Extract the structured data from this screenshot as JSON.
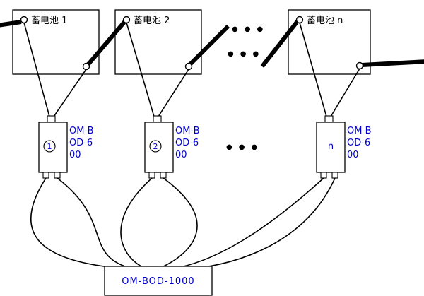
{
  "batteries": [
    {
      "label": "蓄电池 1"
    },
    {
      "label": "蓄电池 2"
    },
    {
      "label": "蓄电池 n"
    }
  ],
  "modules": [
    {
      "number": "1",
      "lines": [
        "OM-B",
        "OD-6",
        "00"
      ]
    },
    {
      "number": "2",
      "lines": [
        "OM-B",
        "OD-6",
        "00"
      ]
    },
    {
      "number": "n",
      "lines": [
        "OM-B",
        "OD-6",
        "00"
      ]
    }
  ],
  "controller": {
    "label": "OM-BOD-1000"
  },
  "ellipsis": "●●●",
  "colors": {
    "accent_text": "#0000CC",
    "wire": "#000000"
  }
}
